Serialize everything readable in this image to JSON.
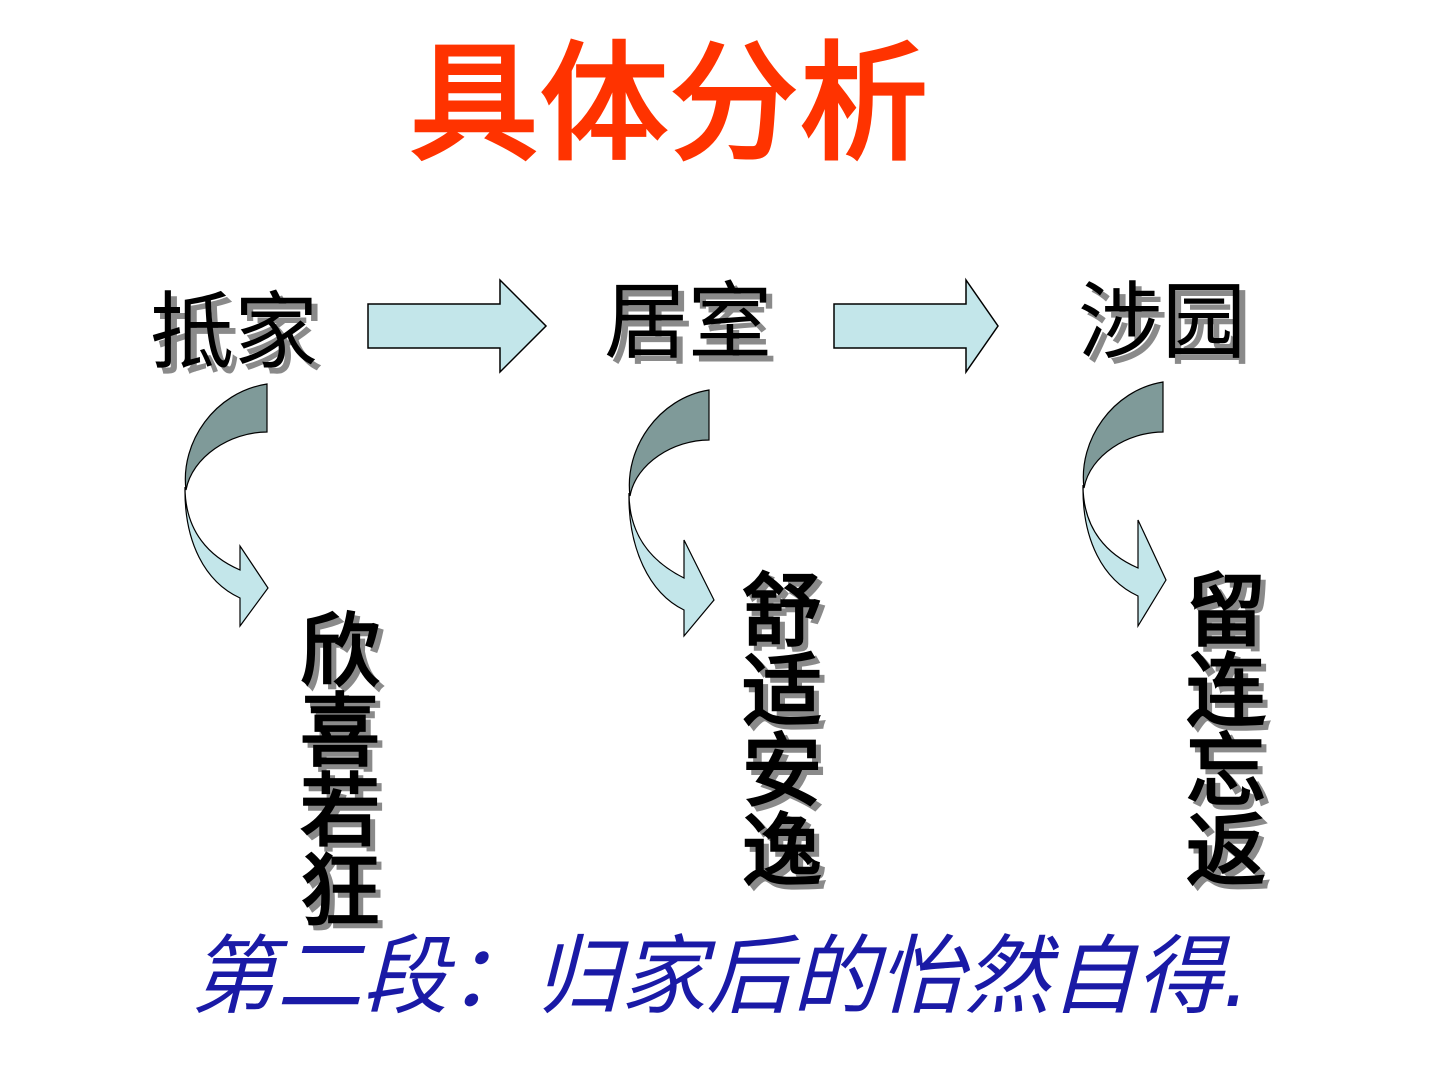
{
  "title": {
    "text": "具体分析",
    "color": "#ff3300"
  },
  "stages": [
    {
      "label": "抵家",
      "feeling": "欣喜若狂"
    },
    {
      "label": "居室",
      "feeling": "舒适安逸"
    },
    {
      "label": "涉园",
      "feeling": "留连忘返"
    }
  ],
  "subtitle": {
    "text": "第二段：归家后的怡然自得.",
    "color": "#1a1aa6"
  },
  "colors": {
    "arrow_fill": "#c3e6ea",
    "curve_dark": "#7f9a99",
    "curve_light": "#c3e6ea",
    "outline": "#000000"
  },
  "icons": {
    "stage_arrow": "right-arrow-icon",
    "turn_arrow": "curved-down-arrow-icon"
  }
}
